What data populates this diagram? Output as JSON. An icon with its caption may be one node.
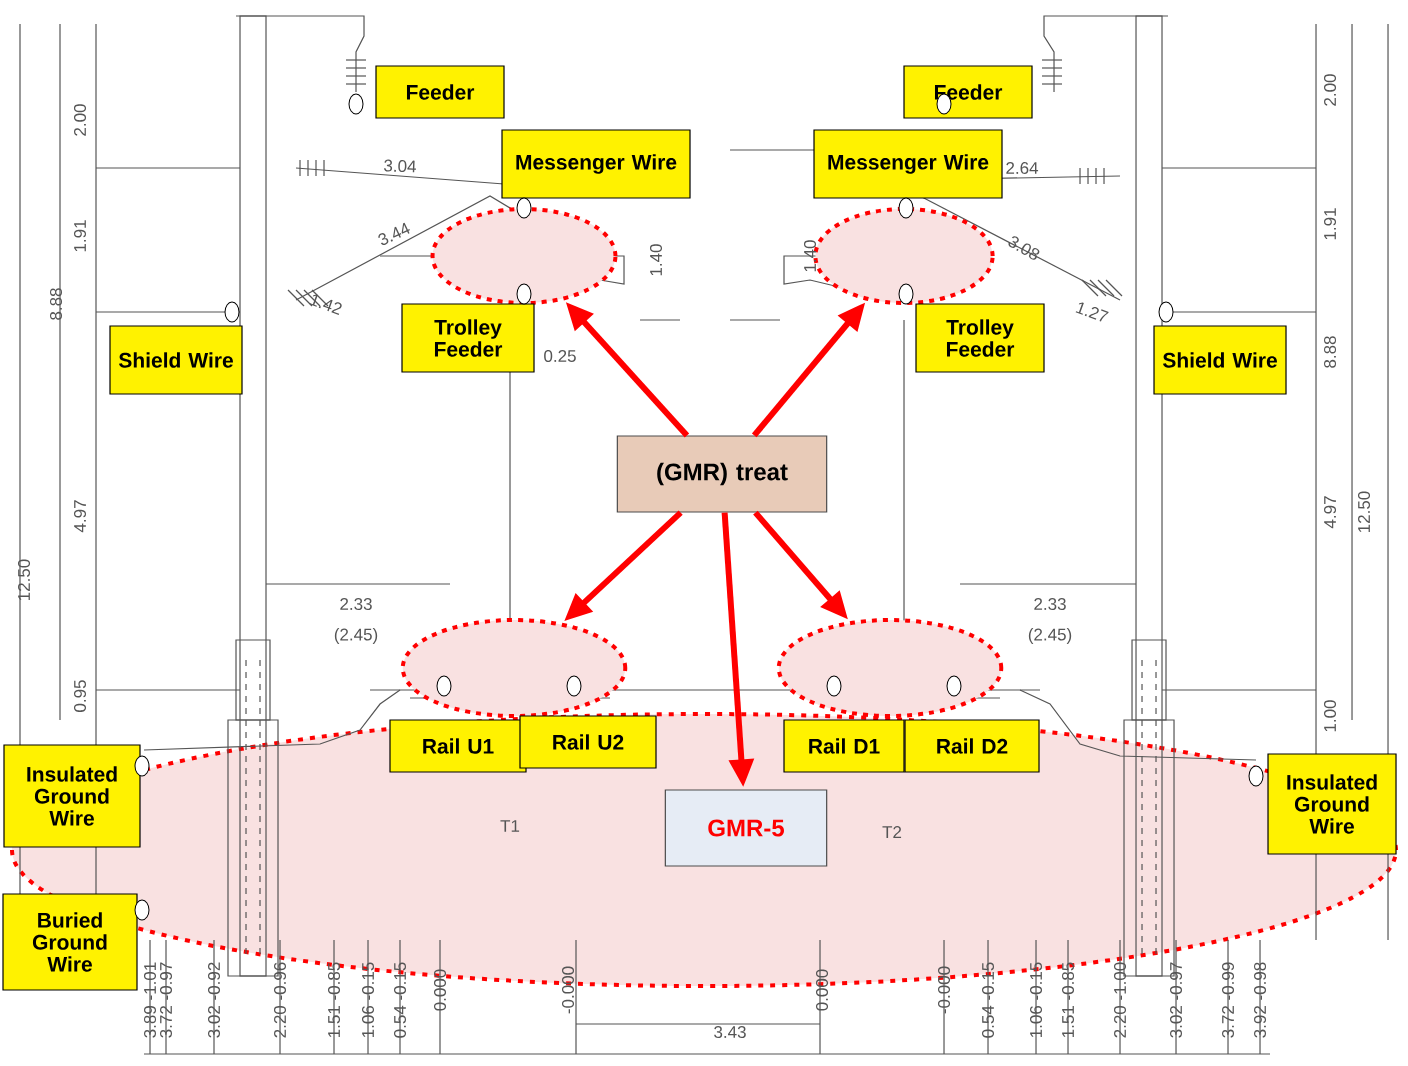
{
  "diagram": {
    "nodes": [
      {
        "text": [
          "Feeder"
        ]
      },
      {
        "text": [
          "Messenger Wire"
        ]
      },
      {
        "text": [
          "Trolley Feeder"
        ]
      },
      {
        "text": [
          "Shield Wire"
        ]
      },
      {
        "text": [
          "Feeder"
        ]
      },
      {
        "text": [
          "Messenger Wire"
        ]
      },
      {
        "text": [
          "Trolley Feeder"
        ]
      },
      {
        "text": [
          "Shield Wire"
        ]
      },
      {
        "text": [
          "(GMR)  treat"
        ]
      },
      {
        "text": [],
        "shape": "circle"
      },
      {
        "text": [],
        "shape": "circle"
      },
      {
        "text": [],
        "shape": "circle"
      },
      {
        "text": [],
        "shape": "circle"
      },
      {
        "text": [
          "GMR-5"
        ]
      },
      {
        "text": [
          "Rail  U1"
        ]
      },
      {
        "text": [
          "Rail  U2"
        ]
      },
      {
        "text": [
          "Rail  D1"
        ]
      },
      {
        "text": [
          "Rail  D2"
        ]
      },
      {
        "text": [
          "Insulated Ground Wire"
        ]
      },
      {
        "text": [
          "Buried Ground Wire"
        ]
      },
      {
        "text": [
          "Insulated Ground Wire"
        ]
      }
    ],
    "edges": [
      {
        "from": 8,
        "to": 9,
        "arrow": "to"
      },
      {
        "from": 8,
        "to": 10,
        "arrow": "to"
      },
      {
        "from": 8,
        "to": 11,
        "arrow": "to"
      },
      {
        "from": 8,
        "to": 12,
        "arrow": "to"
      },
      {
        "from": 8,
        "to": 13,
        "arrow": "to"
      }
    ],
    "labels": [
      "2.00",
      "1.91",
      "8.88",
      "4.97",
      "12.50",
      "0.95",
      "2.00",
      "1.91",
      "8.88",
      "4.97",
      "12.50",
      "1.00",
      "3.04",
      "3.44",
      "1.42",
      "1.40",
      "0.25",
      "2.64",
      "3.08",
      "1.27",
      "1.40",
      "2.33",
      "(2.45)",
      "2.33",
      "(2.45)",
      "T1",
      "T2",
      "3.43",
      "3.89 -1.01",
      "3.72 -0.97",
      "3.02 -0.92",
      "2.20 -0.96",
      "1.51 -0.85",
      "1.06 -0.15",
      "0.54 -0.15",
      "0.000",
      "-0.000",
      "0.000",
      "-0.000",
      "0.54 -0.15",
      "1.06 -0.15",
      "1.51 -0.85",
      "2.20 -1.00",
      "3.02 -0.97",
      "3.72 -0.99",
      "3.92 -0.98"
    ]
  }
}
